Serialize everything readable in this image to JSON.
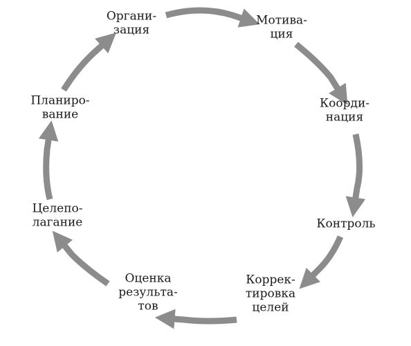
{
  "diagram": {
    "type": "cycle",
    "arrow_color": "#8c8c8c",
    "text_color": "#1a1a1a",
    "nodes": [
      {
        "id": "organization",
        "lines": [
          "Органи-",
          "зация"
        ]
      },
      {
        "id": "motivation",
        "lines": [
          "Мотива-",
          "ция"
        ]
      },
      {
        "id": "coordination",
        "lines": [
          "Коорди-",
          "нация"
        ]
      },
      {
        "id": "control",
        "lines": [
          "Контроль"
        ]
      },
      {
        "id": "goal-correction",
        "lines": [
          "Коррек-",
          "тировка",
          "целей"
        ]
      },
      {
        "id": "results-evaluation",
        "lines": [
          "Оценка",
          "результа-",
          "тов"
        ]
      },
      {
        "id": "goal-setting",
        "lines": [
          "Целепо-",
          "лагание"
        ]
      },
      {
        "id": "planning",
        "lines": [
          "Планиро-",
          "вание"
        ]
      }
    ],
    "edges": [
      {
        "from": "organization",
        "to": "motivation"
      },
      {
        "from": "motivation",
        "to": "coordination"
      },
      {
        "from": "coordination",
        "to": "control"
      },
      {
        "from": "control",
        "to": "goal-correction"
      },
      {
        "from": "goal-correction",
        "to": "results-evaluation"
      },
      {
        "from": "results-evaluation",
        "to": "goal-setting"
      },
      {
        "from": "goal-setting",
        "to": "planning"
      },
      {
        "from": "planning",
        "to": "organization"
      }
    ]
  }
}
